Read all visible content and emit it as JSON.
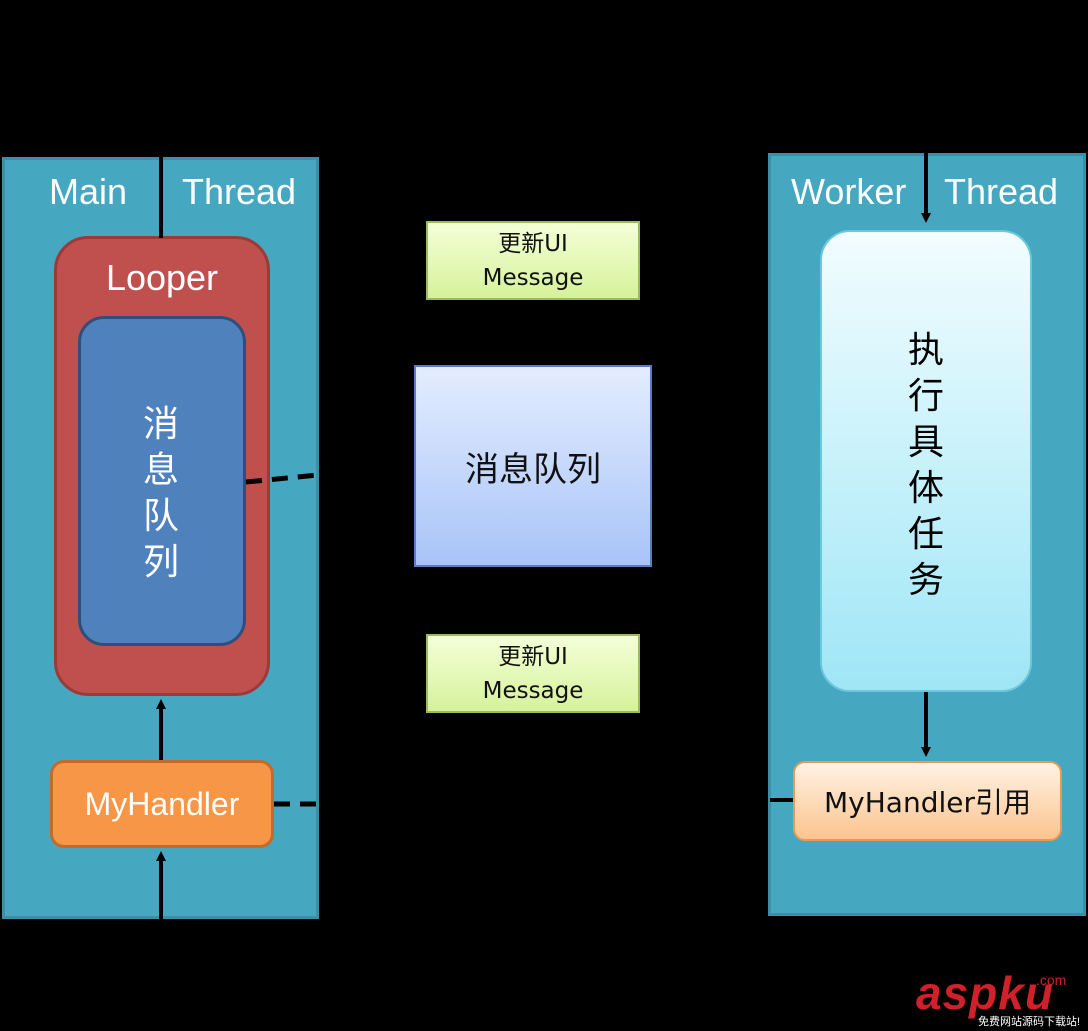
{
  "main_thread": {
    "title_left": "Main",
    "title_right": "Thread",
    "looper_label": "Looper",
    "queue_label": "消息队列",
    "handler_label": "MyHandler"
  },
  "worker_thread": {
    "title_left": "Worker",
    "title_right": "Thread",
    "task_label": "执行具体任务",
    "handler_ref_label": "MyHandler引用"
  },
  "messages": {
    "top": {
      "line1": "更新UI",
      "line2": "Message"
    },
    "bottom": {
      "line1": "更新UI",
      "line2": "Message"
    }
  },
  "center_queue_label": "消息队列",
  "watermark": {
    "brand": "aspku",
    "tagline": "免费网站源码下载站!",
    "mark": ".com"
  },
  "colors": {
    "background": "#000000",
    "thread_panel": "#46a7c1",
    "looper": "#c0504d",
    "inner_queue": "#4f81bd",
    "handler": "#f79646",
    "message": "#d6f29a",
    "center_queue": "#a8c4f8",
    "task": "#9fe6f6",
    "handler_ref": "#fbc48f",
    "watermark": "#d0202a"
  }
}
